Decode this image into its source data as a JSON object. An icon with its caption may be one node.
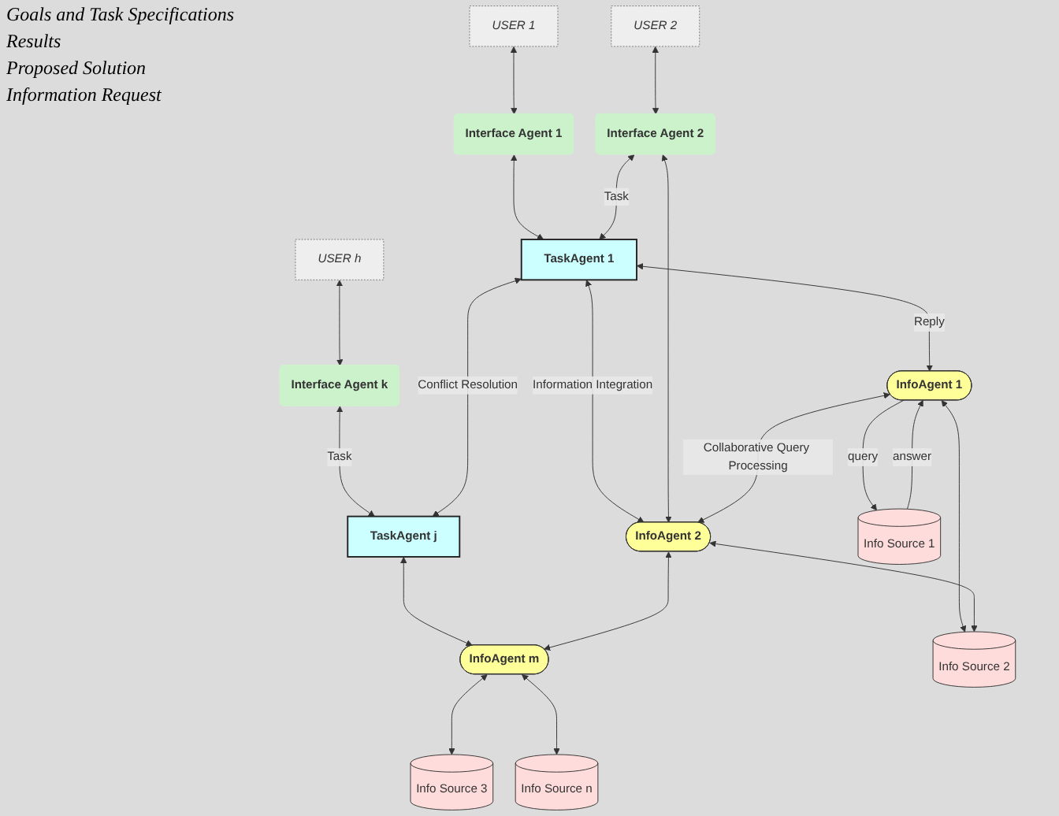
{
  "diagram": {
    "nodes": [
      {
        "text": [
          "USER 1"
        ]
      },
      {
        "text": [
          "USER 2"
        ]
      },
      {
        "text": [
          "USER h"
        ]
      },
      {
        "text": [
          "Interface Agent 1"
        ]
      },
      {
        "text": [
          "Interface Agent 2"
        ]
      },
      {
        "text": [
          "Interface Agent k"
        ]
      },
      {
        "text": [
          "TaskAgent 1"
        ]
      },
      {
        "text": [
          "TaskAgent j"
        ]
      },
      {
        "text": [
          "InfoAgent 1"
        ]
      },
      {
        "text": [
          "InfoAgent 2"
        ]
      },
      {
        "text": [
          "InfoAgent m"
        ]
      },
      {
        "text": [
          "Info Source 1"
        ]
      },
      {
        "text": [
          "Info Source 2"
        ]
      },
      {
        "text": [
          "Info Source 3"
        ]
      },
      {
        "text": [
          "Info Source n"
        ]
      }
    ],
    "edges": [
      {
        "from": 0,
        "to": 3,
        "arrow": "both"
      },
      {
        "from": 1,
        "to": 4,
        "arrow": "both"
      },
      {
        "from": 2,
        "to": 5,
        "arrow": "both"
      },
      {
        "from": 3,
        "to": 6,
        "arrow": "both"
      },
      {
        "from": 6,
        "to": 4,
        "arrow": "both",
        "label": "Task"
      },
      {
        "from": 7,
        "to": 5,
        "arrow": "both",
        "label": "Task"
      },
      {
        "from": 6,
        "to": 7,
        "arrow": "both",
        "label": "Conflict Resolution"
      },
      {
        "from": 6,
        "to": 9,
        "arrow": "both",
        "label": "Information Integration"
      },
      {
        "from": 4,
        "to": 9,
        "arrow": "both"
      },
      {
        "from": 7,
        "to": 10,
        "arrow": "both"
      },
      {
        "from": 6,
        "to": 8,
        "arrow": "both",
        "label": "Reply"
      },
      {
        "from": 8,
        "to": 9,
        "arrow": "both",
        "label": "Collaborative Query Processing"
      },
      {
        "from": 9,
        "to": 10,
        "arrow": "both"
      },
      {
        "from": 8,
        "to": 11,
        "arrow": "to",
        "label": "query"
      },
      {
        "from": 11,
        "to": 8,
        "arrow": "to",
        "label": "answer"
      },
      {
        "from": 8,
        "to": 12,
        "arrow": "both"
      },
      {
        "from": 9,
        "to": 12,
        "arrow": "both"
      },
      {
        "from": 10,
        "to": 13,
        "arrow": "both"
      },
      {
        "from": 10,
        "to": 14,
        "arrow": "both"
      }
    ],
    "labels": [
      "Goals and Task Specifications",
      "Results",
      "Proposed Solution",
      "Information Request"
    ]
  }
}
